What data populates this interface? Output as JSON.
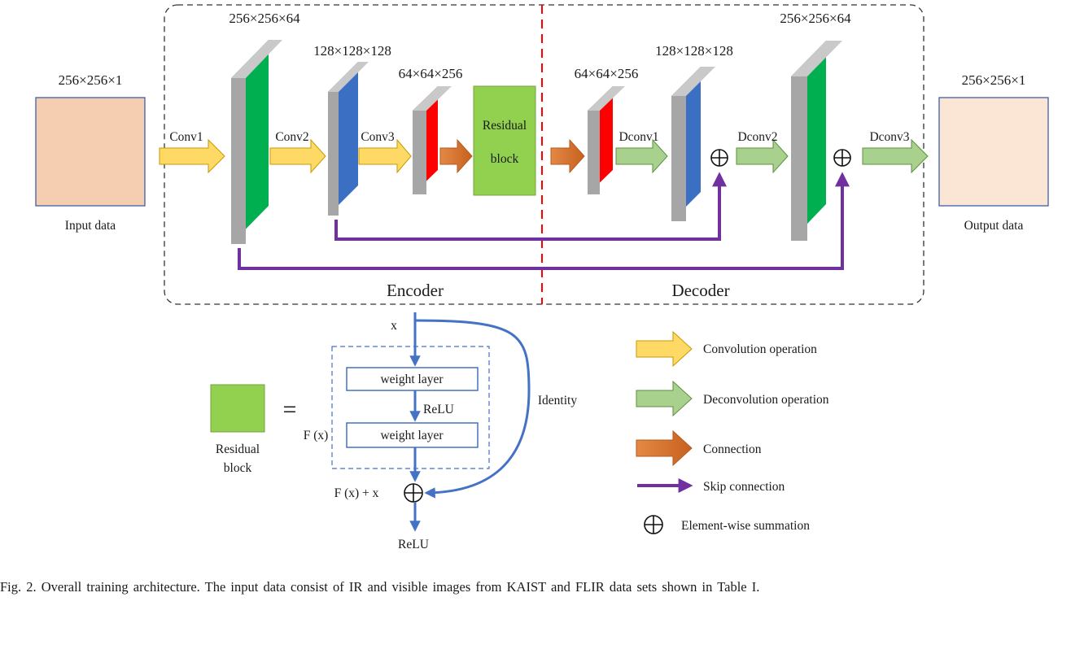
{
  "dims": {
    "input": "256×256×1",
    "enc1": "256×256×64",
    "enc2": "128×128×128",
    "enc3": "64×64×256",
    "dec1": "64×64×256",
    "dec2": "128×128×128",
    "dec3": "256×256×64",
    "output": "256×256×1"
  },
  "ops": {
    "conv1": "Conv1",
    "conv2": "Conv2",
    "conv3": "Conv3",
    "dconv1": "Dconv1",
    "dconv2": "Dconv2",
    "dconv3": "Dconv3"
  },
  "blocks": {
    "input_label": "Input data",
    "output_label": "Output data",
    "residual_line1": "Residual",
    "residual_line2": "block"
  },
  "sections": {
    "encoder": "Encoder",
    "decoder": "Decoder"
  },
  "residual_detail": {
    "x": "x",
    "weight_layer_1": "weight layer",
    "relu_mid": "ReLU",
    "weight_layer_2": "weight layer",
    "fx": "F (x)",
    "fx_plus_x": "F (x) + x",
    "identity": "Identity",
    "relu_out": "ReLU",
    "equals": "=",
    "block_line1": "Residual",
    "block_line2": "block"
  },
  "legend": {
    "convolution": "Convolution operation",
    "deconvolution": "Deconvolution operation",
    "connection": "Connection",
    "skip": "Skip connection",
    "summation": "Element-wise summation"
  },
  "colors": {
    "input_fill": "#f5cdb0",
    "output_fill": "#fbe5d4",
    "box_border": "#3d5fa8",
    "encoder_green": "#00b050",
    "encoder_blue": "#3a6fc4",
    "encoder_red": "#ff0000",
    "residual_green": "#92d050",
    "conv_arrow": "#ffd966",
    "deconv_arrow": "#a9d18e",
    "connection_arrow": "#d9722b",
    "skip_purple": "#7030a0",
    "residual_blue": "#4472c4",
    "divider_red": "#ff0000",
    "gray_face": "#a6a6a6"
  },
  "caption": "Fig. 2.   Overall training architecture. The input data consist of IR and visible images from KAIST and FLIR data sets shown in Table I."
}
